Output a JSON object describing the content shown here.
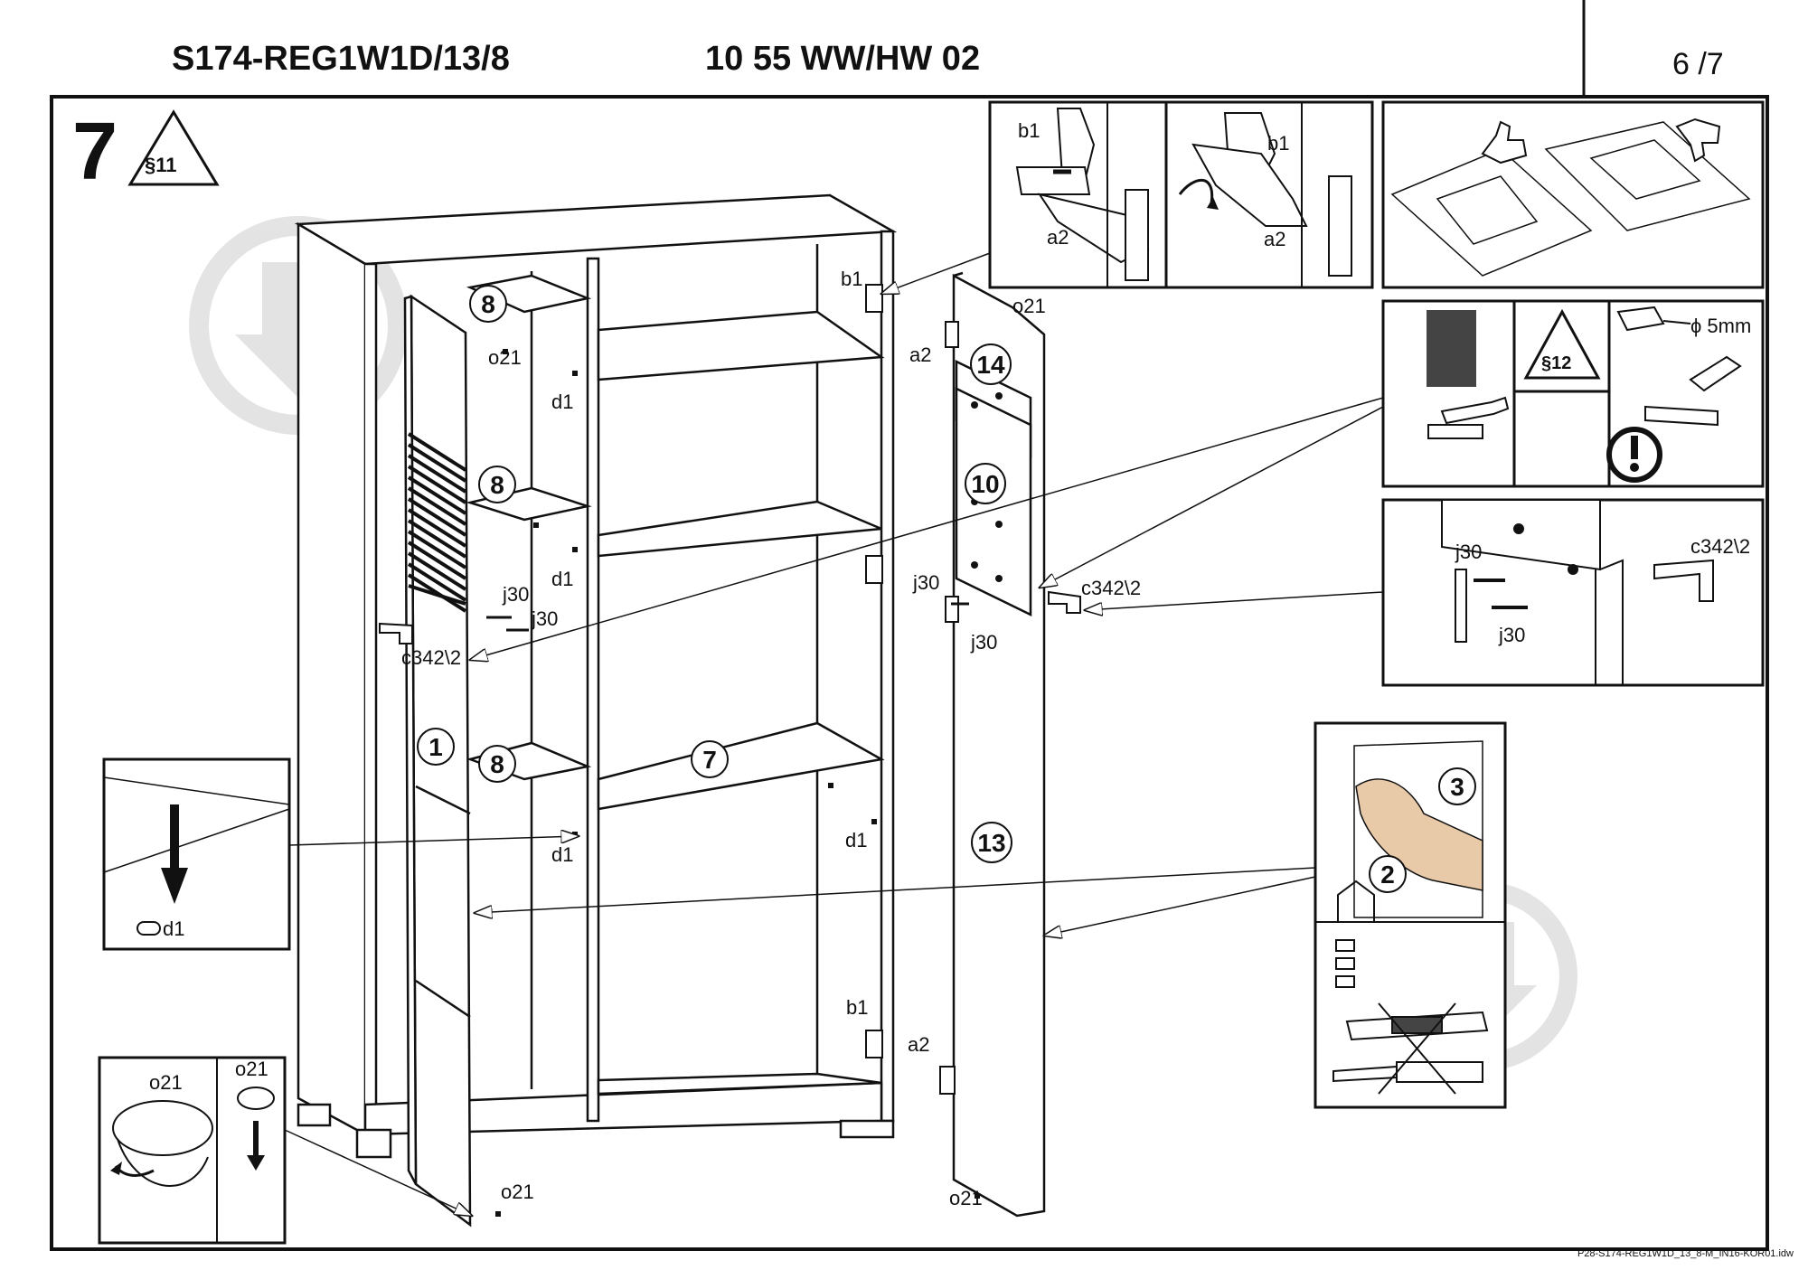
{
  "header": {
    "model_code": "S174-REG1W1D/13/8",
    "color_code": "10 55 WW/HW 02",
    "page": "6 /7"
  },
  "step": {
    "number": "7",
    "section_ref": "§11"
  },
  "inset_warning": {
    "section_ref": "§12",
    "drill_size": "ϕ 5mm"
  },
  "parts": {
    "b1": "b1",
    "a2": "a2",
    "o21": "o21",
    "d1": "d1",
    "j30": "j30",
    "c342": "c342\\2"
  },
  "panel_numbers": [
    "8",
    "8",
    "8",
    "1",
    "7",
    "14",
    "10",
    "13"
  ],
  "steps_sequence": [
    "2",
    "3"
  ],
  "footer": {
    "file_name": "P28-S174-REG1W1D_13_8-M_IN16-KOR01.idw"
  }
}
